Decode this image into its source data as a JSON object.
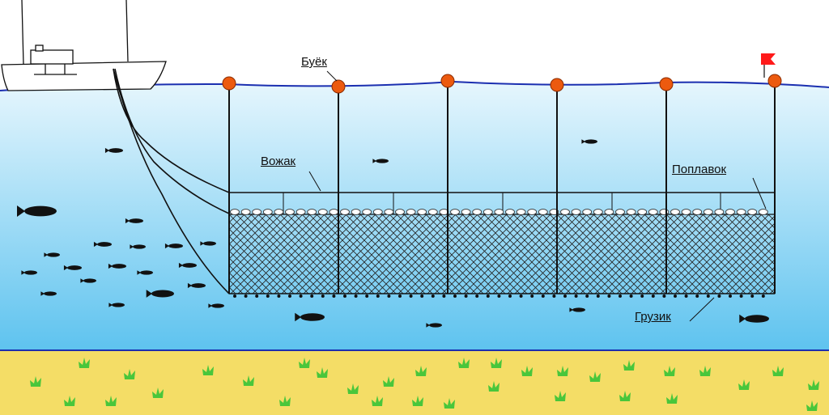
{
  "labels": {
    "buoy": "Буёк",
    "leader": "Вожак",
    "float": "Поплавок",
    "sinker": "Грузик"
  },
  "colors": {
    "sky": "#ffffff",
    "water_top": "#e6f6fd",
    "water_bottom": "#5ec3ef",
    "surface_line": "#1b2fb0",
    "seabed": "#f4dd66",
    "grass": "#49c63b",
    "buoy": "#ec5a0f",
    "flag": "#ff1a1a",
    "lines": "#111111"
  },
  "icons": {
    "boat": "fishing-boat-icon",
    "fish": "fish-icon",
    "flag": "marker-flag-icon",
    "buoy": "buoy-icon"
  }
}
